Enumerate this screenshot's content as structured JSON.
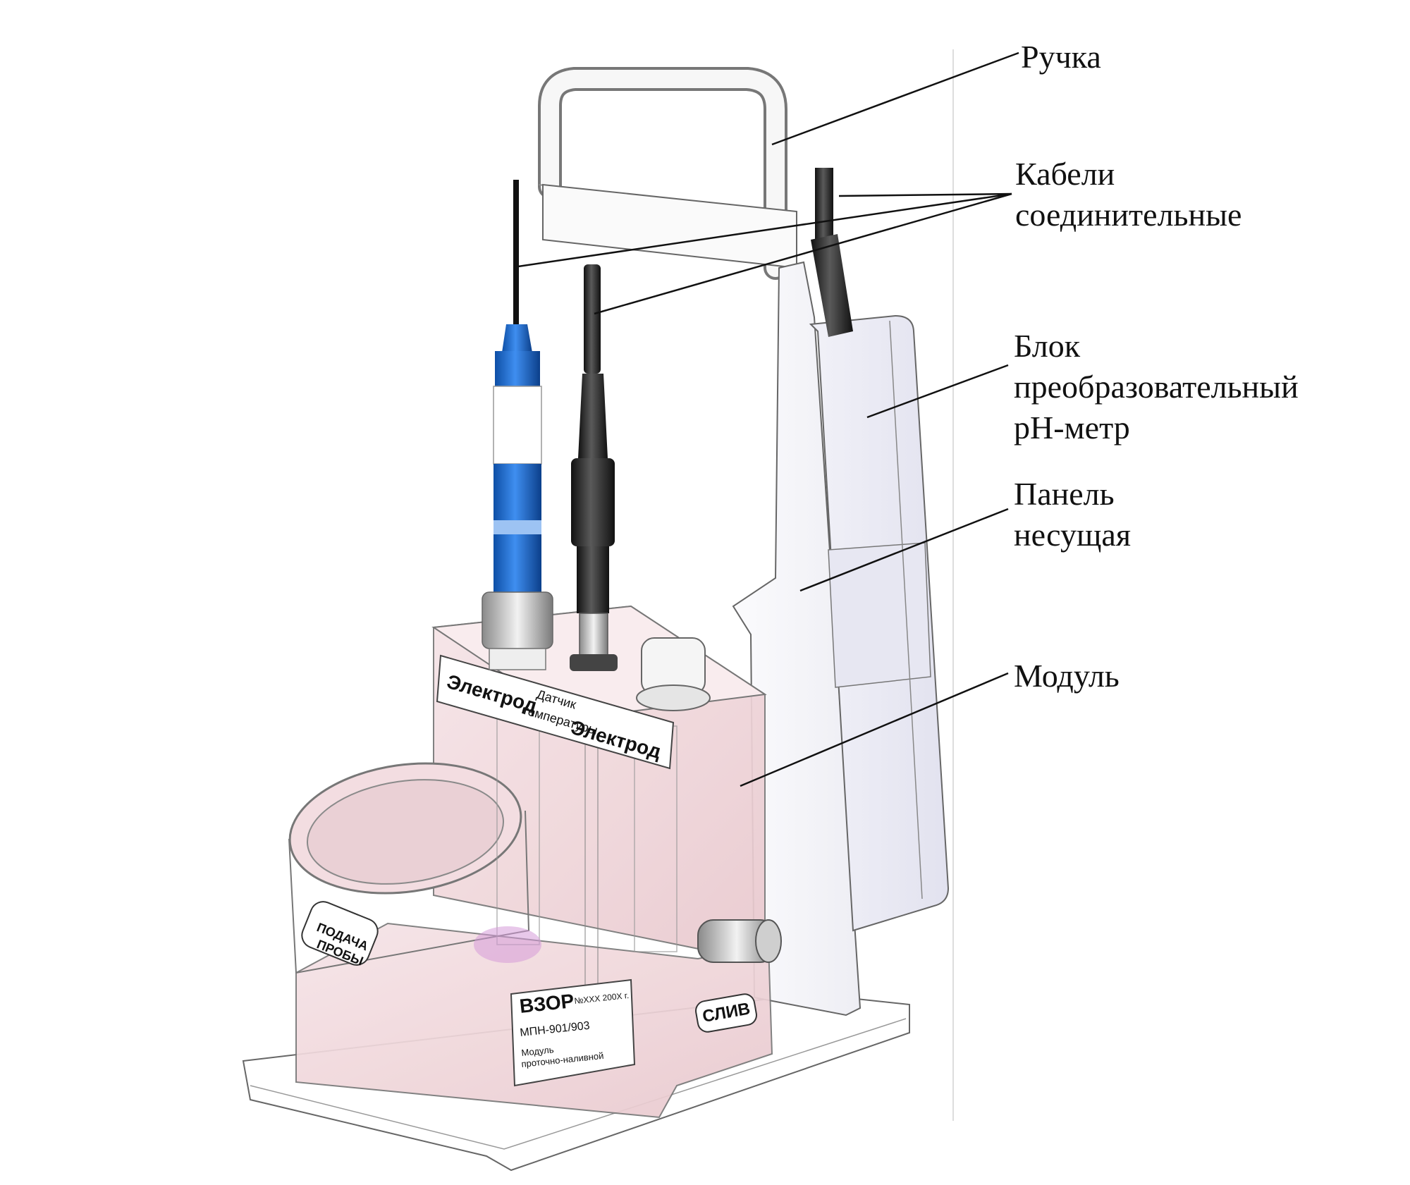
{
  "callouts": {
    "handle": {
      "lines": [
        "Ручка"
      ]
    },
    "cables": {
      "lines": [
        "Кабели",
        "соединительные"
      ]
    },
    "converter": {
      "lines": [
        "Блок",
        "преобразовательный",
        "pH-метр"
      ]
    },
    "panel": {
      "lines": [
        "Панель",
        "несущая"
      ]
    },
    "module": {
      "lines": [
        "Модуль"
      ]
    }
  },
  "device_labels": {
    "top_plate": {
      "electrode_left": "Электрод",
      "temp_sensor_line1": "Датчик",
      "temp_sensor_line2": "температуры",
      "electrode_right": "Электрод"
    },
    "sample_inlet_line1": "ПОДАЧА",
    "sample_inlet_line2": "ПРОБЫ",
    "drain": "СЛИВ",
    "nameplate": {
      "brand": "ВЗОР",
      "serial": "№XXX 200X г.",
      "model": "МПН-901/903",
      "desc_line1": "Модуль",
      "desc_line2": "проточно-наливной"
    }
  },
  "colors": {
    "module_tint": "#f1d8dc",
    "electrode_blue": "#1d6fd0",
    "cable_black": "#2a2a2a",
    "outline": "#555555"
  }
}
